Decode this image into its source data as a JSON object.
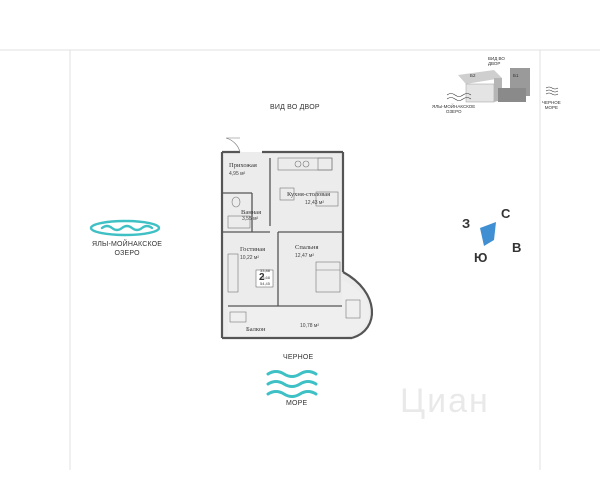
{
  "labels": {
    "courtyard_view": "ВИД ВО ДВОР",
    "lake": "ЯЛЫ-МОЙНАКСКОЕ\nОЗЕРО",
    "sea_top": "ЧЕРНОЕ",
    "sea_bottom": "МОРЕ",
    "watermark": "Циан"
  },
  "rooms": {
    "hall": {
      "name": "Прихожая",
      "area": "4,95 м²"
    },
    "kitchen": {
      "name": "Кухня-столовая",
      "area": "12,43 м²"
    },
    "bath": {
      "name": "Ванная",
      "area": "3,55 м²"
    },
    "living": {
      "name": "Гостиная",
      "area": "10,22 м²"
    },
    "bedroom": {
      "name": "Спальня",
      "area": "12,47 м²"
    },
    "balcony": {
      "name": "Балкон",
      "area": "10,78 м²"
    }
  },
  "apartment": {
    "rooms_count": "2",
    "area_lines": [
      "33,88",
      "43,68",
      "54,45"
    ]
  },
  "minimap": {
    "building_label": "ВИД ВО\nДВОР",
    "lake_label": "ЯЛЫ-МОЙНАКСКОЕ\nОЗЕРО",
    "sea_label": "ЧЕРНОЕ\nМОРЕ",
    "block_labels": [
      "Б2",
      "Б1"
    ]
  },
  "compass": {
    "n": "С",
    "e": "В",
    "s": "Ю",
    "w": "З"
  },
  "colors": {
    "accent": "#3fc0c5",
    "wall": "#555555",
    "floor": "#ececec",
    "compass_fill": "#3f8fd2"
  }
}
